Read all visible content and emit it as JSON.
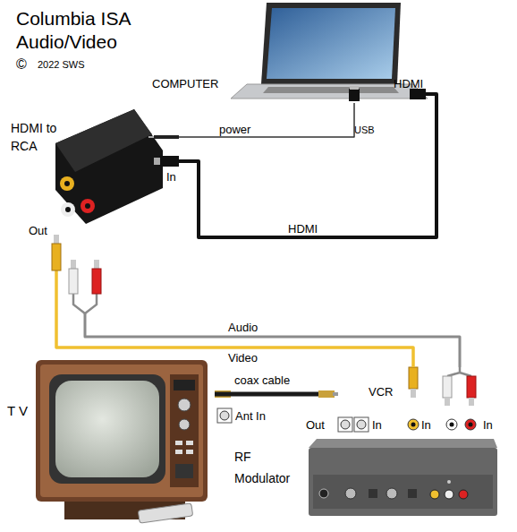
{
  "diagram": {
    "title": "Columbia ISA Audio/Video",
    "nodes": [
      {
        "text": [
          "COMPUTER"
        ]
      },
      {
        "text": [
          "HDMI to RCA"
        ]
      },
      {
        "text": [
          "T V"
        ]
      },
      {
        "text": [
          "RF Modulator"
        ]
      }
    ],
    "edges": [
      {
        "from": 0,
        "to": 1,
        "label": "HDMI",
        "arrow": "none"
      },
      {
        "from": 0,
        "to": 1,
        "label": "power",
        "arrow": "none"
      },
      {
        "from": 1,
        "to": 3,
        "label": "Video",
        "arrow": "none"
      },
      {
        "from": 1,
        "to": 3,
        "label": "Audio",
        "arrow": "none"
      },
      {
        "from": 3,
        "to": 2,
        "label": "coax cable",
        "arrow": "none"
      }
    ],
    "labels": [
      "©",
      "2022 SWS",
      "HDMI",
      "USB",
      "In",
      "Out",
      "Ant In",
      "Out",
      "In",
      "VCR",
      "In",
      "In"
    ]
  }
}
